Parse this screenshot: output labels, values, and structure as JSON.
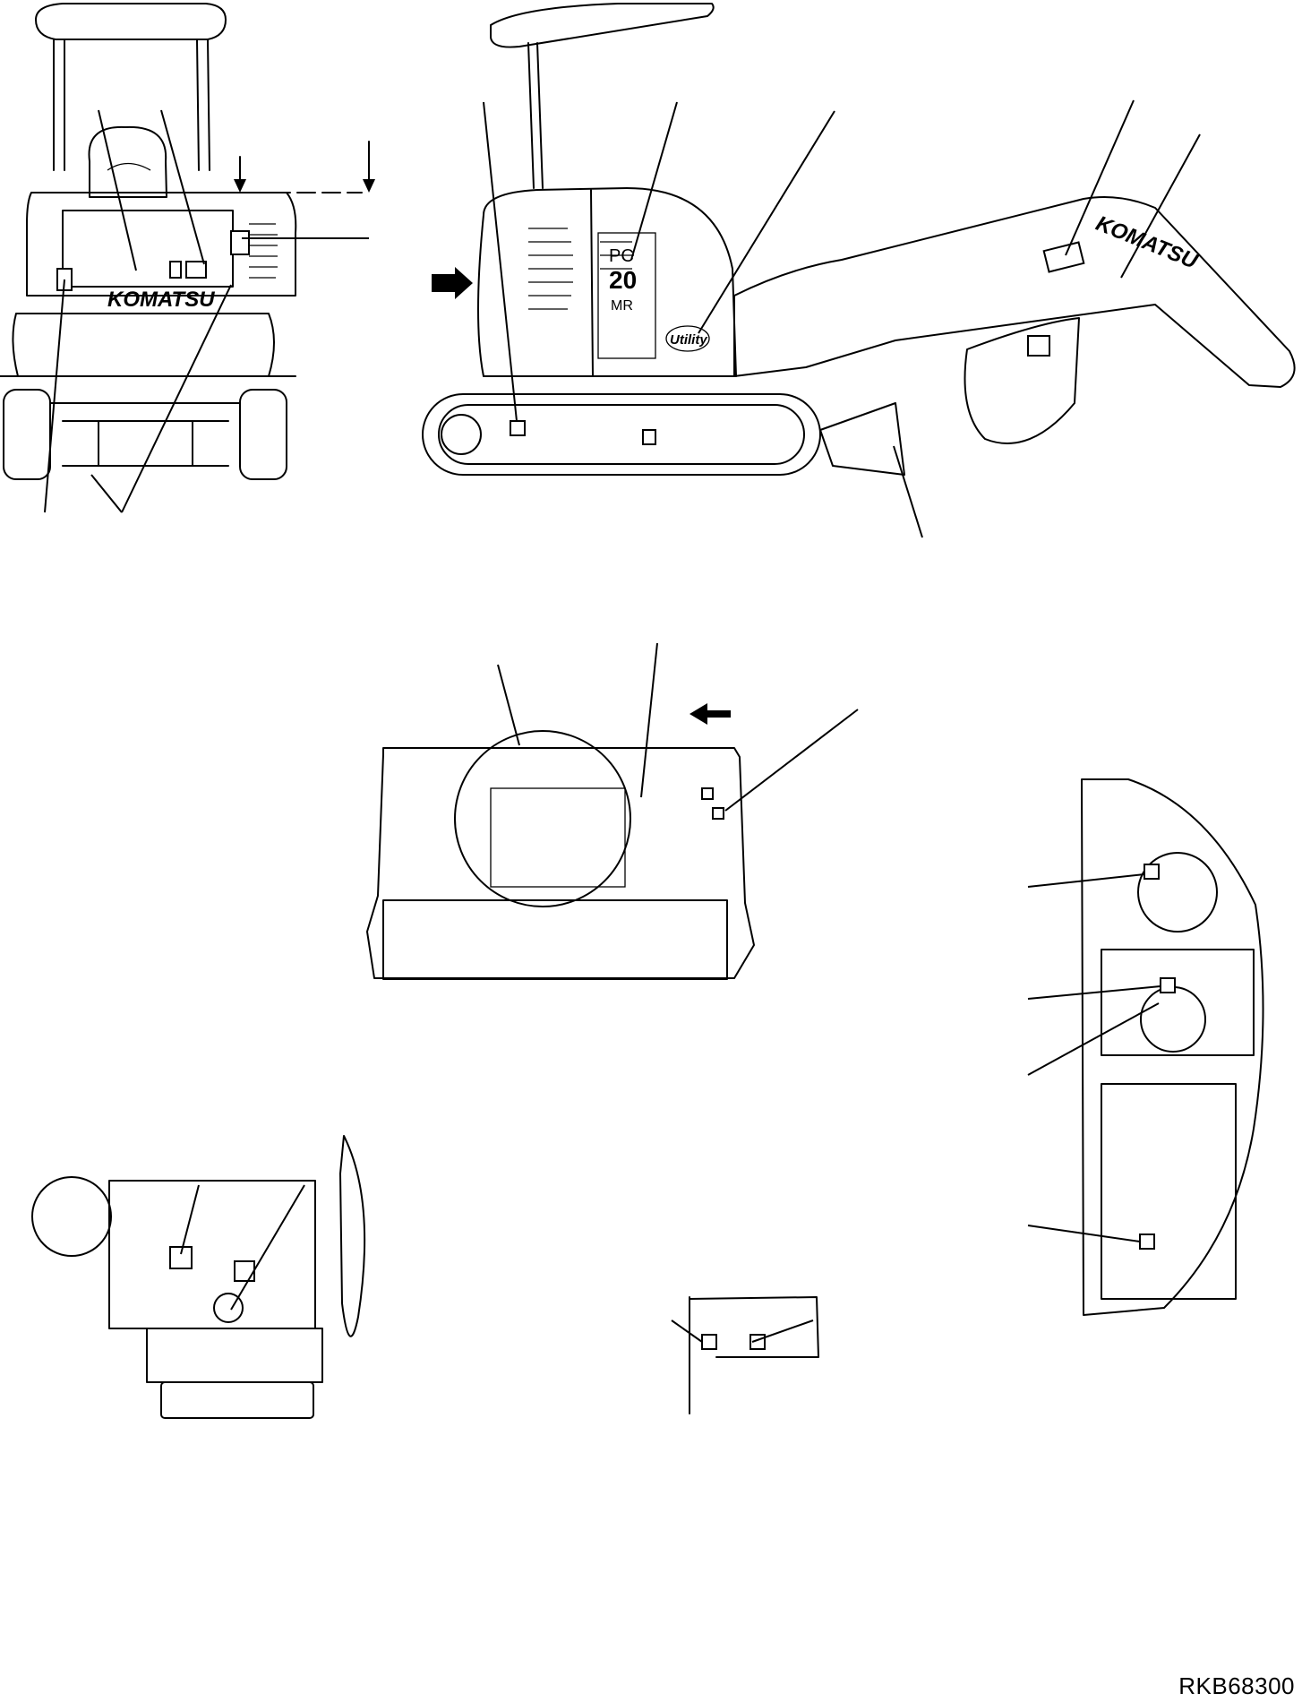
{
  "drawing_code": "RKB68300",
  "rear_view": {
    "brand_text": "KOMATSU"
  },
  "side_view": {
    "model_line1": "PC",
    "model_line2": "20",
    "model_line3": "MR",
    "badge_text": "Utility"
  },
  "arm": {
    "brand_text": "KOMATSU"
  }
}
